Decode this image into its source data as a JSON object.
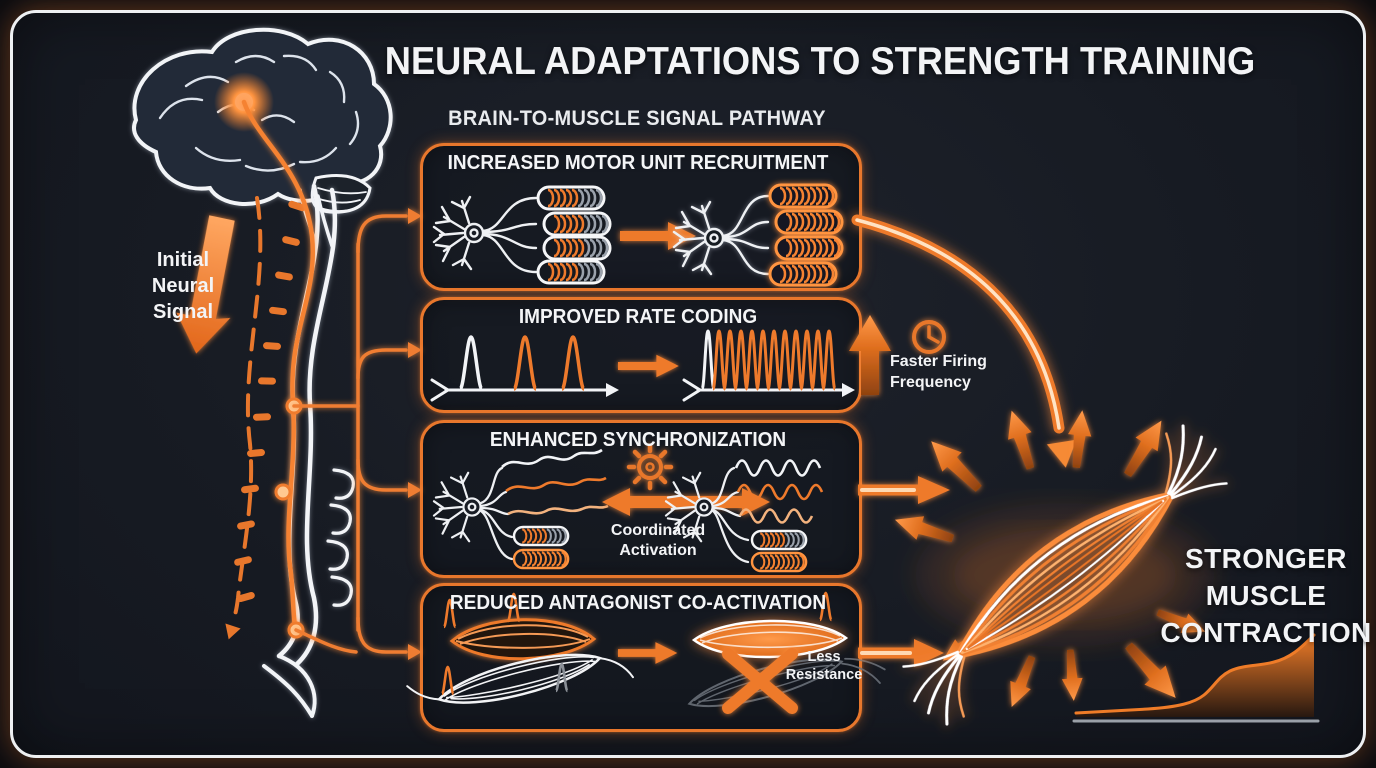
{
  "header": {
    "title": "NEURAL ADAPTATIONS TO STRENGTH TRAINING",
    "subtitle": "BRAIN-TO-MUSCLE SIGNAL PATHWAY"
  },
  "pathway": {
    "origin_label": "Initial Neural Signal"
  },
  "adaptations": [
    {
      "title": "INCREASED MOTOR UNIT RECRUITMENT"
    },
    {
      "title": "IMPROVED RATE CODING",
      "annotation": "Faster Firing Frequency"
    },
    {
      "title": "ENHANCED SYNCHRONIZATION",
      "caption": "Coordinated Activation"
    },
    {
      "title": "REDUCED ANTAGONIST CO-ACTIVATION",
      "caption": "Less Resistance"
    }
  ],
  "result": {
    "lines": [
      "STRONGER",
      "MUSCLE",
      "CONTRACTION"
    ]
  },
  "icons": {
    "rate_coding_annotation": "clock-icon",
    "synchronization_center": "gear-icon",
    "antagonist_block": "x-icon",
    "origin": "brain-icon",
    "target": "muscle-icon"
  },
  "colors": {
    "background": "#171b23",
    "accent": "#ee7a2c",
    "accent_bright": "#ff9440",
    "text": "#f3f4f6",
    "muted": "#9aa1ab"
  },
  "strength_curve": {
    "type": "area",
    "x_normalized": [
      0,
      0.3,
      0.45,
      0.55,
      0.62,
      0.75,
      0.88,
      1
    ],
    "y_normalized": [
      0.04,
      0.07,
      0.1,
      0.42,
      0.55,
      0.58,
      0.68,
      0.97
    ],
    "stroke": "#ef7c28"
  }
}
